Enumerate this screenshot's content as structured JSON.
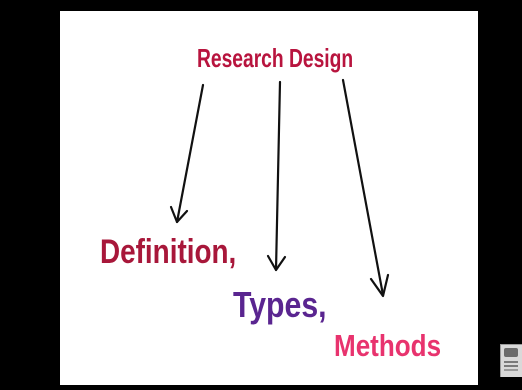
{
  "diagram": {
    "title": "Research Design",
    "branches": [
      "Definition,",
      "Types,",
      "Methods"
    ]
  },
  "colors": {
    "background": "#000000",
    "slide": "#ffffff",
    "title": "#b8143e",
    "definition": "#a8173a",
    "types": "#5a2590",
    "methods": "#e8336e",
    "arrow": "#111111"
  },
  "icons": [
    "arrow-icon",
    "player-widget-icon"
  ]
}
